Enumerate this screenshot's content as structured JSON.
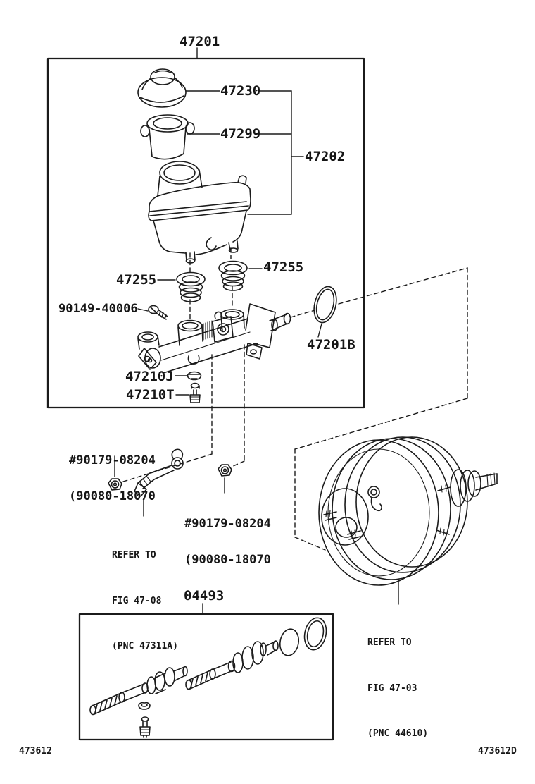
{
  "page": {
    "background": "#ffffff",
    "ink": "#161616"
  },
  "footer": {
    "figure_code_left": "473612",
    "figure_code_right": "473612D"
  },
  "callouts": {
    "assembly": "47201",
    "cap": "47230",
    "strainer": "47299",
    "reservoir_sub": "47202",
    "grommet_left": "47255",
    "grommet_right": "47255",
    "bolt": "90149-40006",
    "gasket": "47201B",
    "clip": "47210J",
    "bleeder_plug": "47210T",
    "kit": "04493",
    "nut_left": {
      "line1": "#90179-08204",
      "line2": "(90080-18070"
    },
    "nut_right": {
      "line1": "#90179-08204",
      "line2": "(90080-18070"
    },
    "refer_clamp": {
      "line1": "REFER TO",
      "line2": "FIG 47-08",
      "line3": "(PNC 47311A)"
    },
    "refer_booster": {
      "line1": "REFER TO",
      "line2": "FIG 47-03",
      "line3": "(PNC 44610)"
    }
  }
}
